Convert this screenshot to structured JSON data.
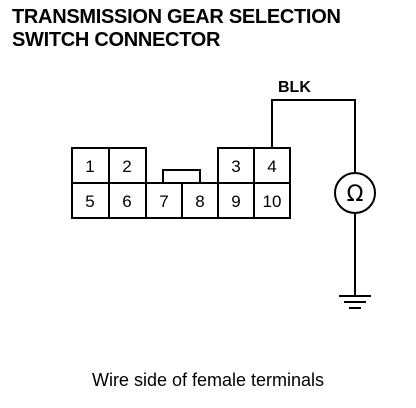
{
  "title_lines": [
    "TRANSMISSION GEAR SELECTION",
    "SWITCH CONNECTOR"
  ],
  "wire_color_label": "BLK",
  "connector": {
    "terminals_top": [
      "1",
      "2",
      "3",
      "4"
    ],
    "terminals_bottom": [
      "5",
      "6",
      "7",
      "8",
      "9",
      "10"
    ]
  },
  "meter": {
    "symbol": "Ω",
    "icon": "ohmmeter-icon"
  },
  "ground": {
    "icon": "ground-icon"
  },
  "caption": "Wire side of female terminals"
}
